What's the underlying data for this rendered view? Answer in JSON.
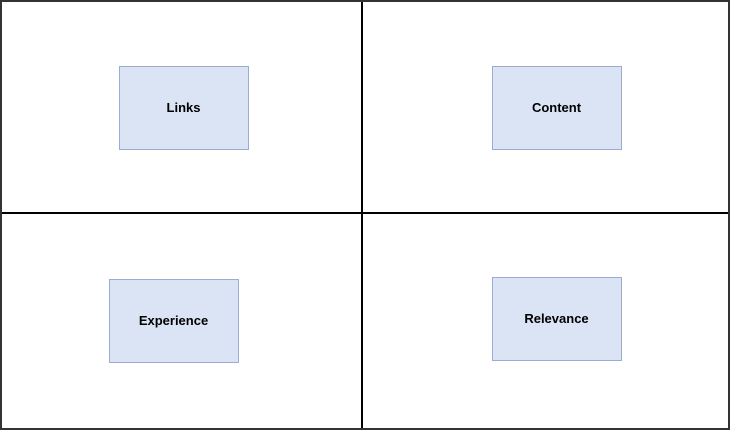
{
  "diagram": {
    "type": "2x2-matrix",
    "quadrants": [
      {
        "position": "top-left",
        "label": "Links"
      },
      {
        "position": "top-right",
        "label": "Content"
      },
      {
        "position": "bottom-left",
        "label": "Experience"
      },
      {
        "position": "bottom-right",
        "label": "Relevance"
      }
    ],
    "colors": {
      "background": "#ffffff",
      "outer_border": "#333333",
      "grid_line": "#000000",
      "box_fill": "#dbe4f5",
      "box_border": "#9dabd4",
      "text": "#000000"
    }
  }
}
